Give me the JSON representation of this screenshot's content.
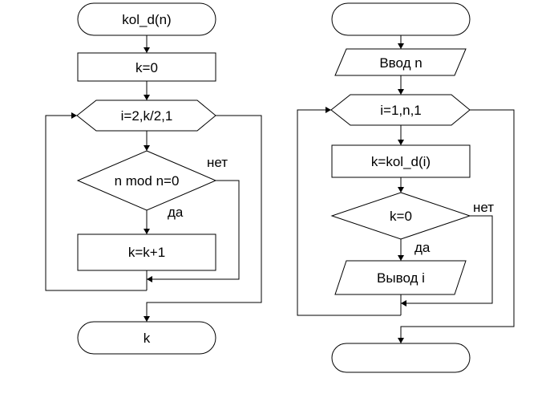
{
  "left_flowchart": {
    "start": "kol_d(n)",
    "init": "k=0",
    "loop": "i=2,k/2,1",
    "condition": "n mod n=0",
    "label_no": "нет",
    "label_yes": "да",
    "increment": "k=k+1",
    "end": "k"
  },
  "right_flowchart": {
    "start": "",
    "input": "Ввод n",
    "loop": "i=1,n,1",
    "assign": "k=kol_d(i)",
    "condition": "k=0",
    "label_no": "нет",
    "label_yes": "да",
    "output": "Вывод i",
    "end": ""
  }
}
